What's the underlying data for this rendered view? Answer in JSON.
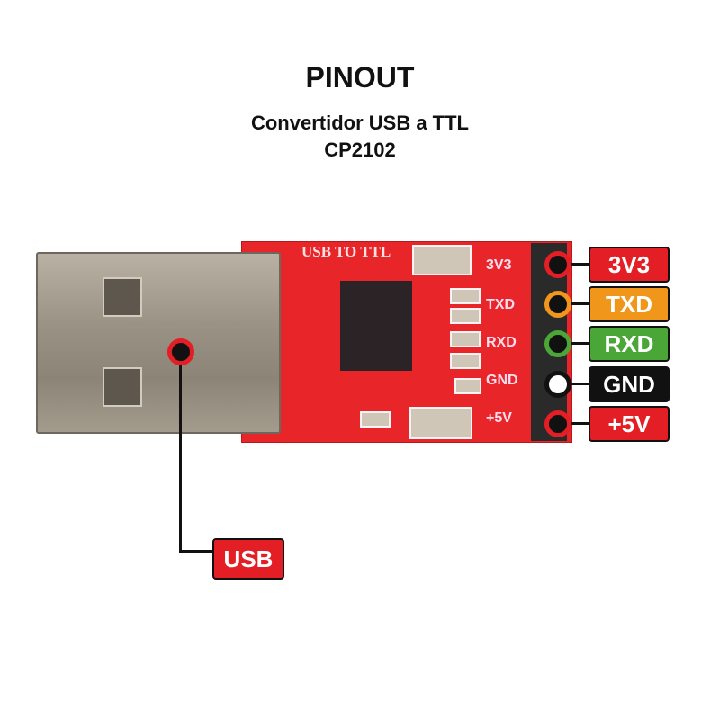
{
  "title": "PINOUT",
  "subtitle": [
    "Convertidor USB a TTL",
    "CP2102"
  ],
  "board": {
    "silkscreen": "USB TO TTL",
    "pin_silk": [
      "3V3",
      "TXD",
      "RXD",
      "GND",
      "+5V"
    ]
  },
  "pins": [
    {
      "label": "3V3",
      "color": "#e31e24"
    },
    {
      "label": "TXD",
      "color": "#f0961a"
    },
    {
      "label": "RXD",
      "color": "#4aa637"
    },
    {
      "label": "GND",
      "color": "#111111"
    },
    {
      "label": "+5V",
      "color": "#e31e24"
    }
  ],
  "usb_label": {
    "label": "USB",
    "color": "#e31e24"
  }
}
